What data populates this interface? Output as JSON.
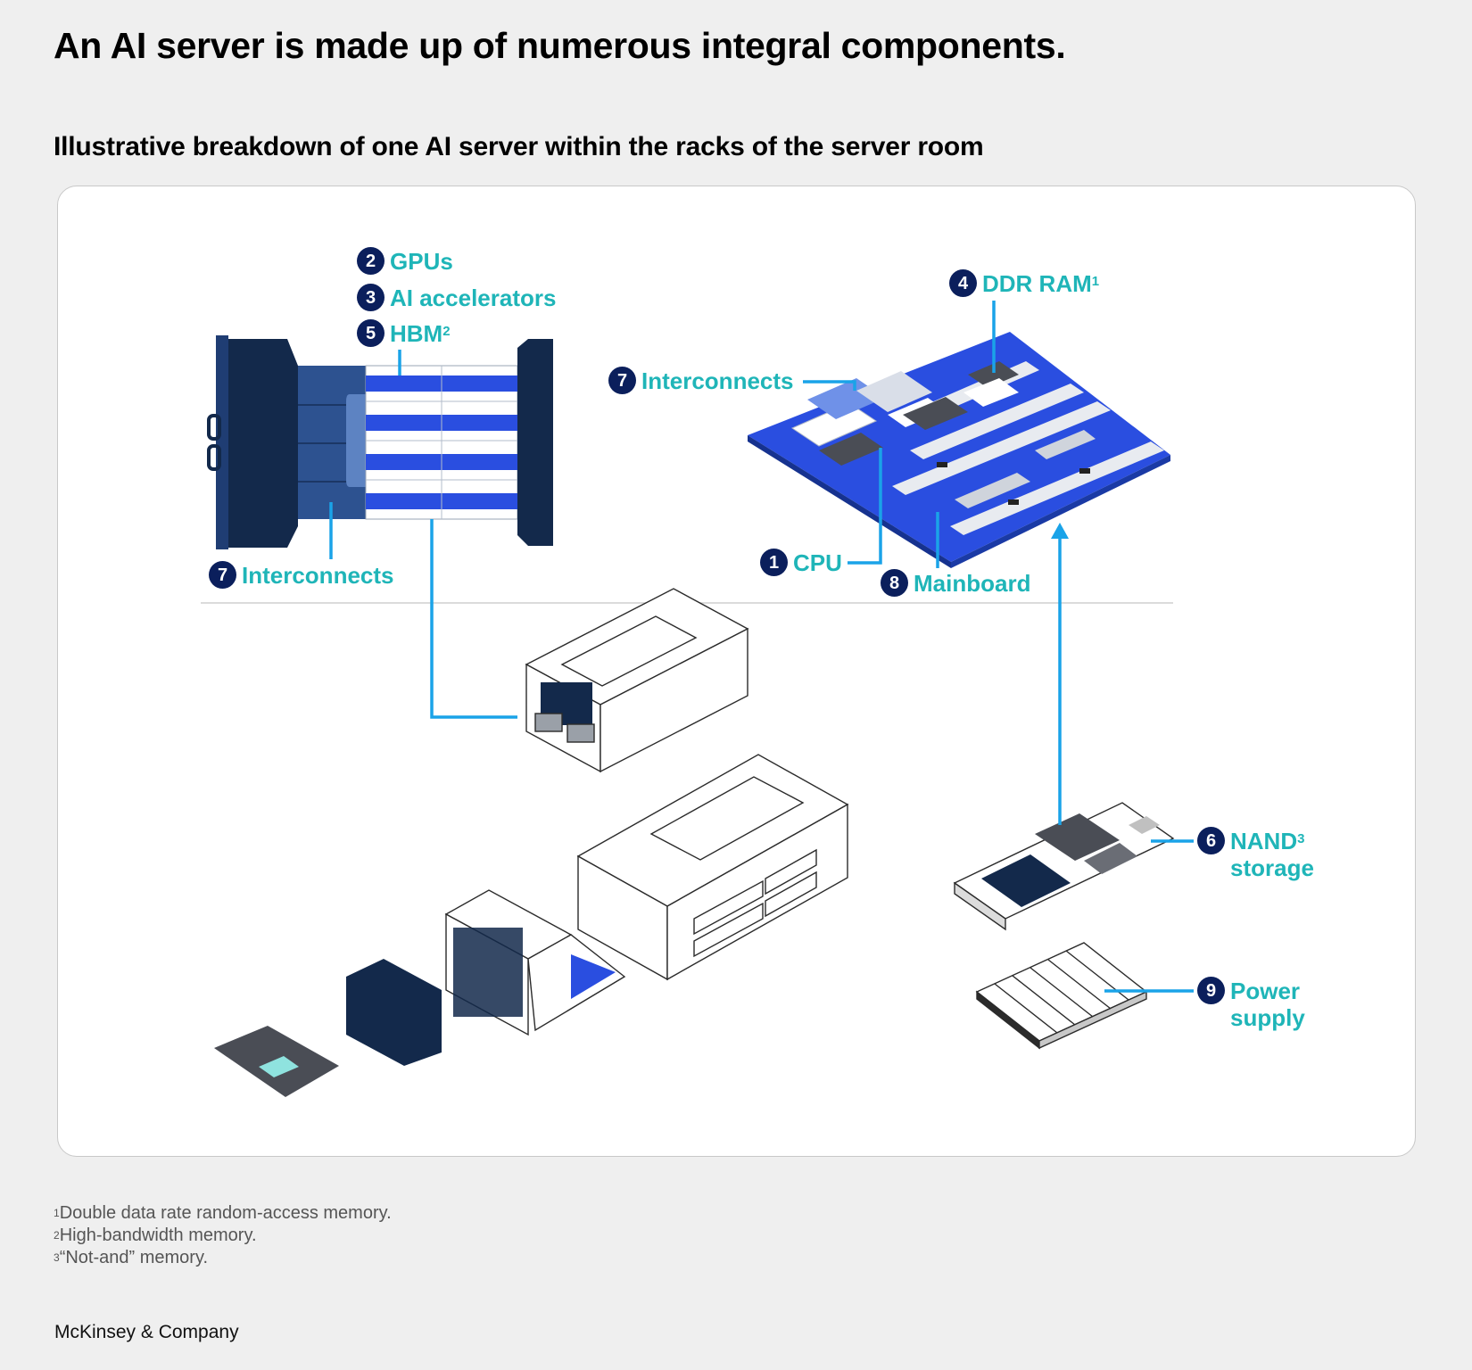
{
  "title": "An AI server is made up of numerous integral components.",
  "subtitle": "Illustrative breakdown of one AI server within the racks of the server room",
  "colors": {
    "label_text": "#1fb5b8",
    "badge_fill": "#0b1f5c",
    "leader_line": "#1aa3e8",
    "board_blue": "#2a4ee0",
    "dark_navy": "#13294b",
    "panel_bg": "#ffffff",
    "page_bg": "#efefef"
  },
  "labels": {
    "gpus": {
      "num": "2",
      "text": "GPUs"
    },
    "ai_accelerators": {
      "num": "3",
      "text": "AI accelerators"
    },
    "hbm": {
      "num": "5",
      "text": "HBM",
      "sup": "2"
    },
    "interconnects_left": {
      "num": "7",
      "text": "Interconnects"
    },
    "interconnects_right": {
      "num": "7",
      "text": "Interconnects"
    },
    "ddr_ram": {
      "num": "4",
      "text": "DDR RAM",
      "sup": "1"
    },
    "cpu": {
      "num": "1",
      "text": "CPU"
    },
    "mainboard": {
      "num": "8",
      "text": "Mainboard"
    },
    "nand_storage": {
      "num": "6",
      "text": "NAND",
      "sup": "3",
      "line2": "storage"
    },
    "power_supply": {
      "num": "9",
      "text": "Power",
      "line2": "supply"
    }
  },
  "footnotes": [
    {
      "mark": "1",
      "text": "Double data rate random-access memory."
    },
    {
      "mark": "2",
      "text": "High-bandwidth memory."
    },
    {
      "mark": "3",
      "text": "“Not-and” memory."
    }
  ],
  "brand": "McKinsey & Company"
}
